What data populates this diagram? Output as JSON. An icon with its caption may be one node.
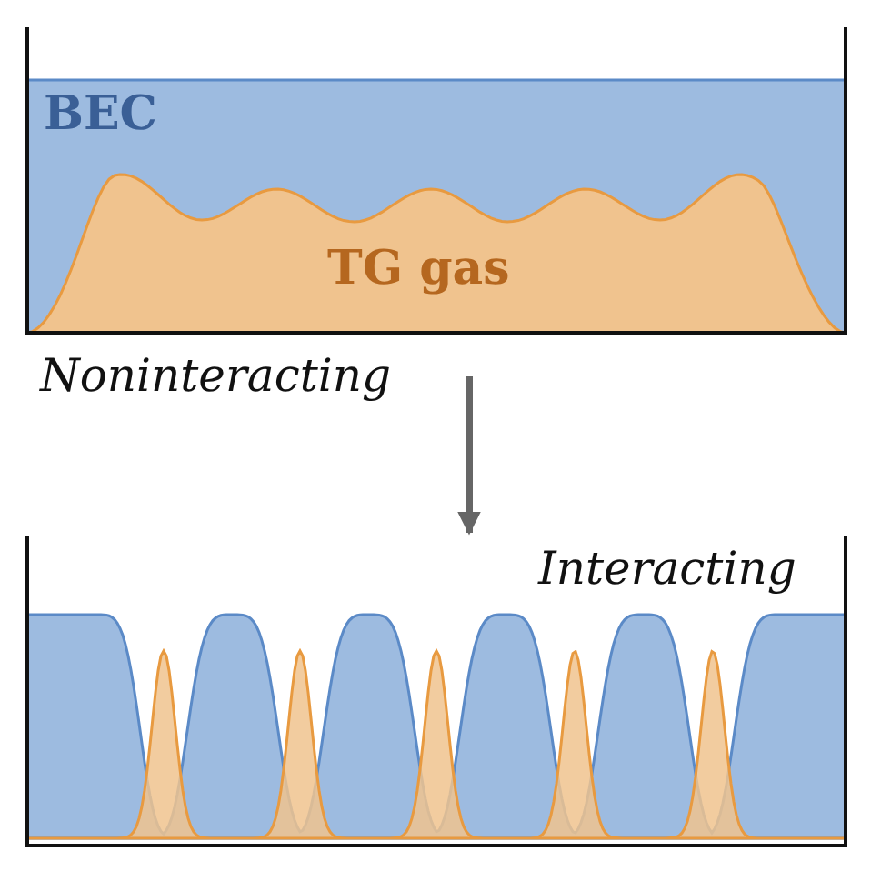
{
  "diagram": {
    "nodes": [
      {
        "text": [],
        "shape": "box",
        "beside": [
          "Noninteracting"
        ]
      },
      {
        "text": [],
        "shape": "box",
        "beside": [
          "Interacting"
        ]
      }
    ],
    "edges": [
      {
        "from": 0,
        "to": 1,
        "arrow": "to",
        "color": "#666666"
      }
    ],
    "labels": [
      "BEC",
      "TG gas"
    ]
  }
}
